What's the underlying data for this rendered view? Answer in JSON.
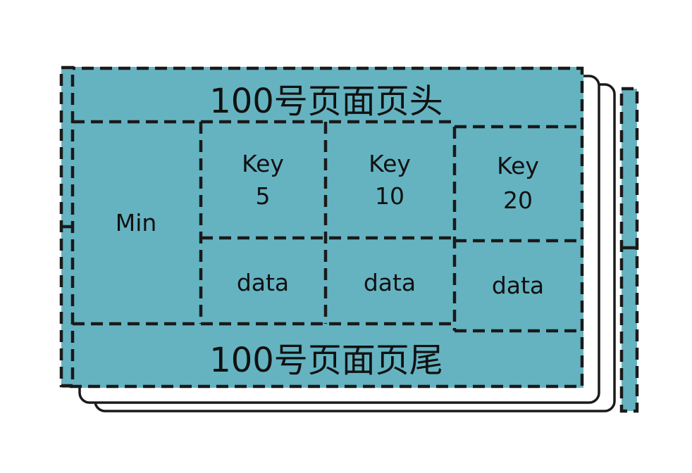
{
  "colors": {
    "page_fill": "#65b3c1",
    "stroke": "#1a1a1a",
    "text": "#111111",
    "background": "#ffffff"
  },
  "page": {
    "header": "100号页面页头",
    "footer": "100号页面页尾",
    "min_label": "Min",
    "keys": [
      {
        "line1": "Key",
        "line2": "5",
        "data": "data"
      },
      {
        "line1": "Key",
        "line2": "10",
        "data": "data"
      },
      {
        "line1": "Key",
        "line2": "20",
        "data": "data"
      }
    ]
  }
}
